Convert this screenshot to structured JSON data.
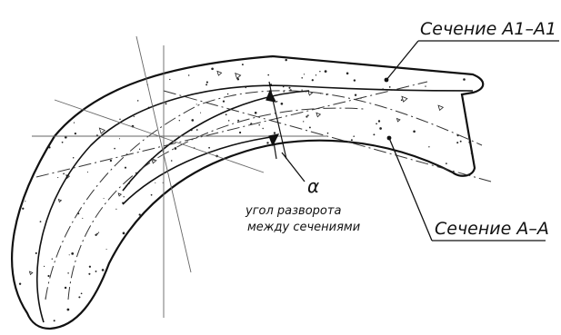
{
  "labels": {
    "section_a1": "Сечение А1–А1",
    "section_a": "Сечение А–А",
    "alpha": "α",
    "angle_line1": "угол разворота",
    "angle_line2": "между сечениями"
  },
  "colors": {
    "ink": "#111111",
    "background": "#ffffff"
  }
}
